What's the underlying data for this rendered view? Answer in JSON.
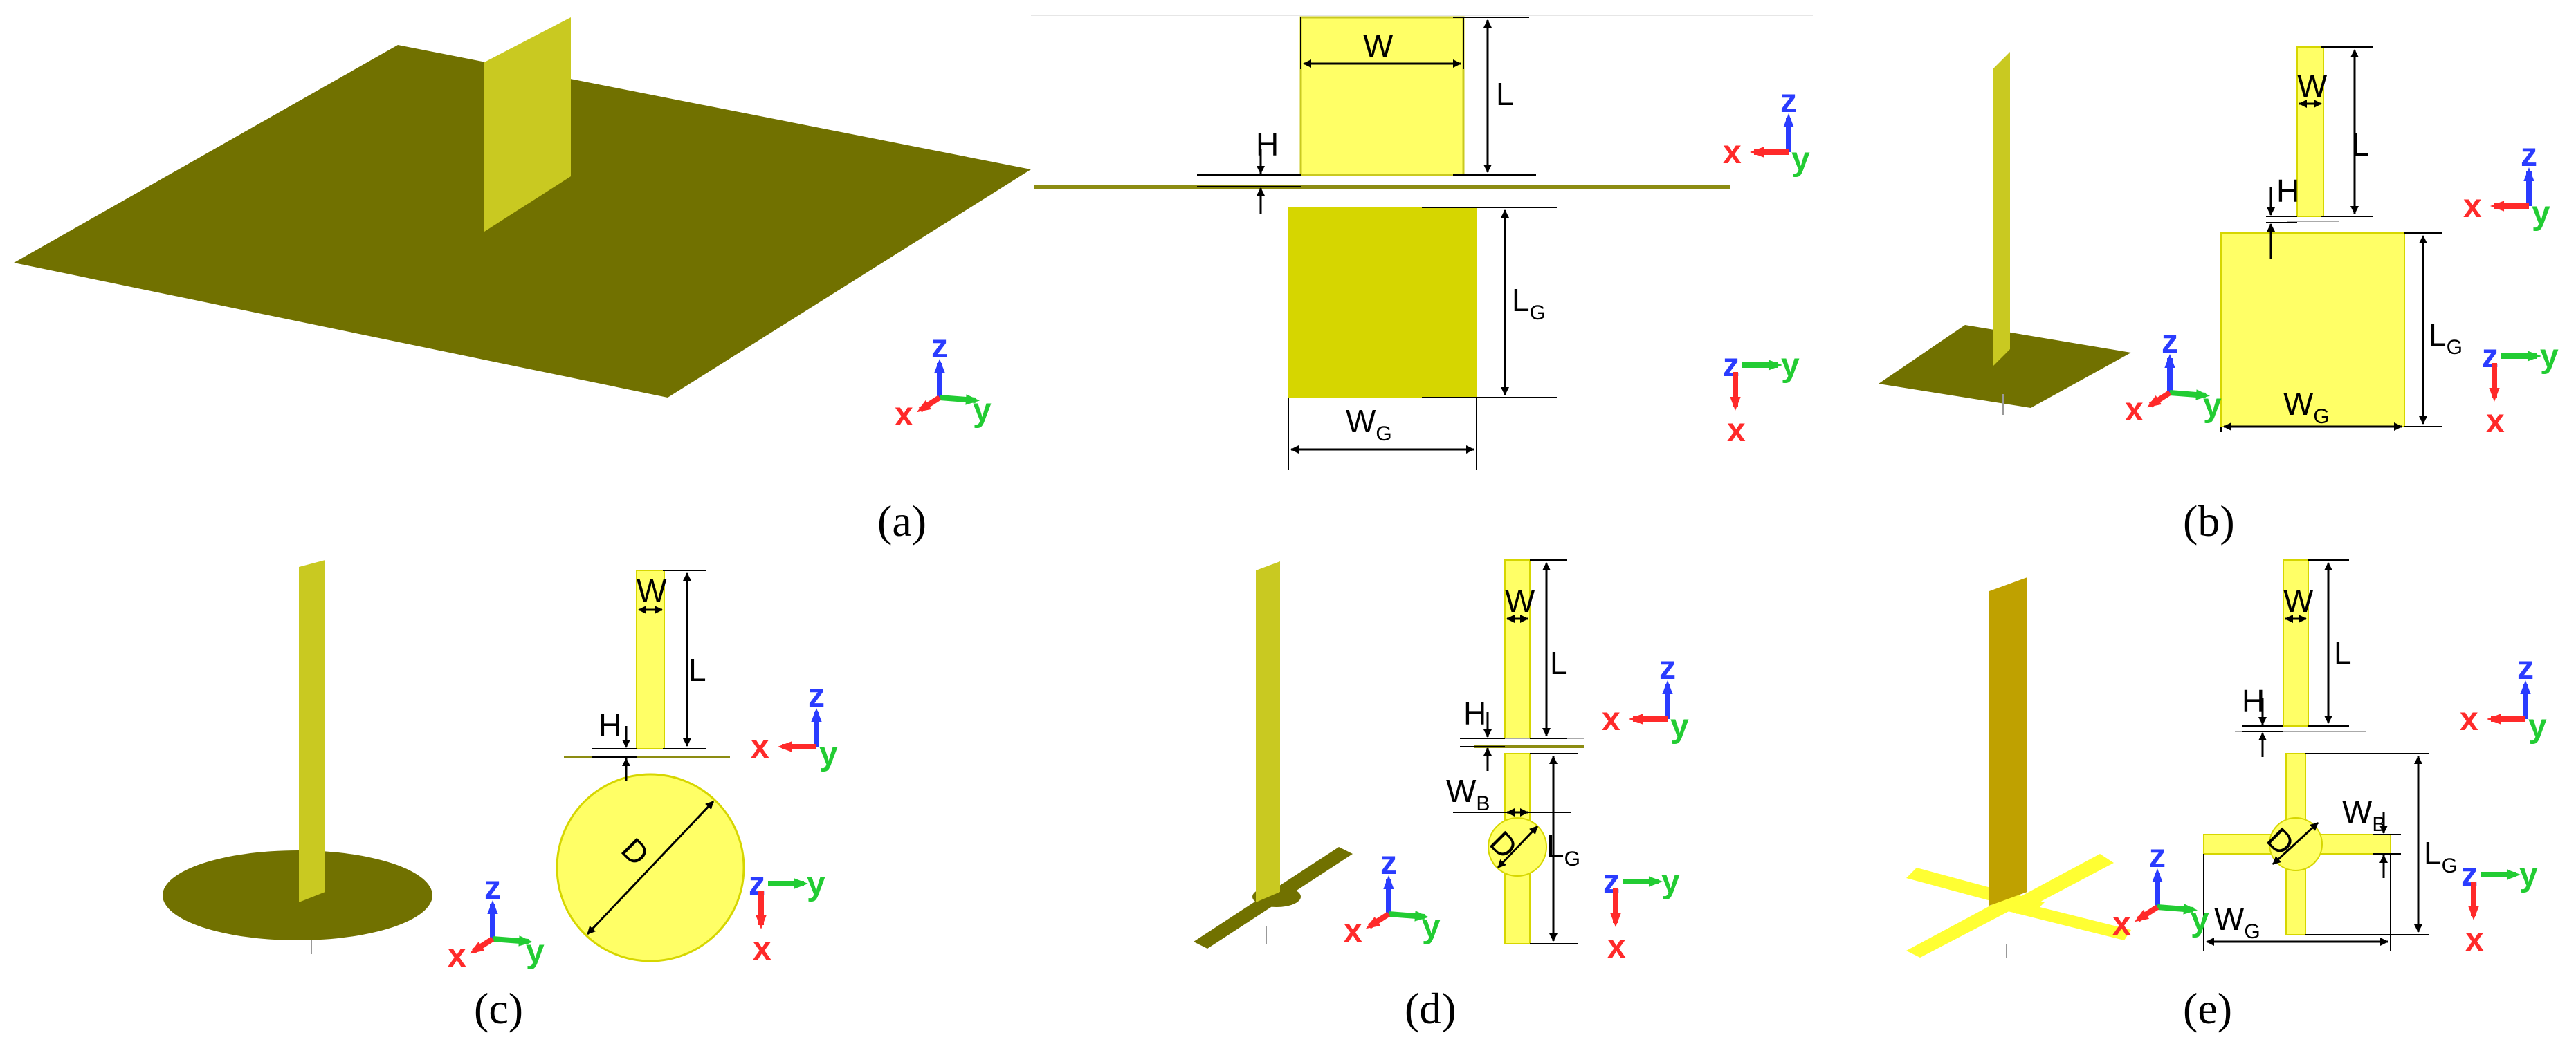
{
  "colors": {
    "metal_3d": "#7a7a10",
    "metal_3d_side": "#c8c810",
    "metal_front": "#ffff66",
    "metal_front_dark": "#d6d600",
    "axis_x": "#ff2a2a",
    "axis_y": "#22cc33",
    "axis_z": "#2a3cff"
  },
  "axis_labels": {
    "x": "x",
    "y": "y",
    "z": "z"
  },
  "dims": {
    "W": "W",
    "L": "L",
    "H": "H",
    "L_base": "L",
    "L_sub": "G",
    "W_base": "W",
    "W_sub": "G",
    "D": "D",
    "WB_base": "W",
    "WB_sub": "B"
  },
  "captions": {
    "a": "(a)",
    "b": "(b)",
    "c": "(c)",
    "d": "(d)",
    "e": "(e)"
  }
}
